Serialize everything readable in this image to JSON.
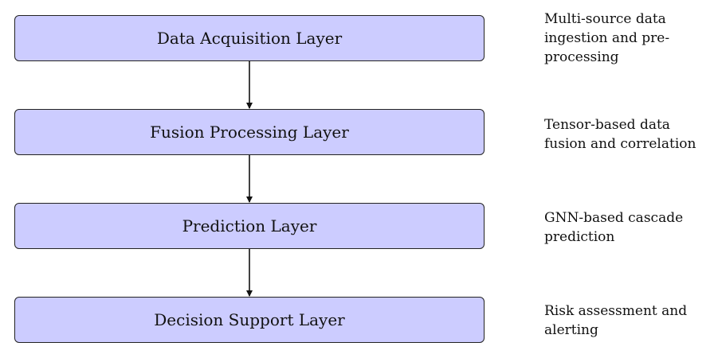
{
  "layers": [
    {
      "label": "Data Acquisition Layer",
      "description_lines": [
        "Multi-source data",
        "ingestion and pre-",
        "processing"
      ]
    },
    {
      "label": "Fusion Processing Layer",
      "description_lines": [
        "Tensor-based data",
        "fusion and correlation"
      ]
    },
    {
      "label": "Prediction Layer",
      "description_lines": [
        "GNN-based cascade",
        "prediction"
      ]
    },
    {
      "label": "Decision Support Layer",
      "description_lines": [
        "Risk assessment and",
        "alerting"
      ]
    }
  ],
  "colors": {
    "box_fill": "#ccccff",
    "box_stroke": "#222222",
    "arrow": "#111111",
    "text": "#111111"
  }
}
